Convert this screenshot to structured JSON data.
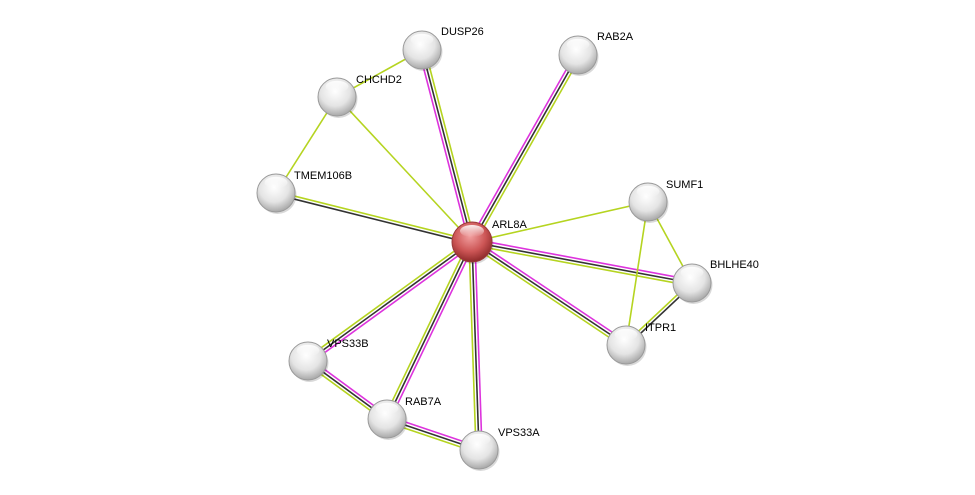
{
  "network": {
    "center_node": "ARL8A",
    "nodes": [
      {
        "id": "ARL8A",
        "label": "ARL8A",
        "color": "#c84a4a",
        "is_query": true
      },
      {
        "id": "DUSP26",
        "label": "DUSP26",
        "color": "#e6e6e6"
      },
      {
        "id": "RAB2A",
        "label": "RAB2A",
        "color": "#e6e6e6"
      },
      {
        "id": "CHCHD2",
        "label": "CHCHD2",
        "color": "#e6e6e6"
      },
      {
        "id": "TMEM106B",
        "label": "TMEM106B",
        "color": "#e6e6e6"
      },
      {
        "id": "SUMF1",
        "label": "SUMF1",
        "color": "#e6e6e6"
      },
      {
        "id": "BHLHE40",
        "label": "BHLHE40",
        "color": "#e6e6e6"
      },
      {
        "id": "ITPR1",
        "label": "ITPR1",
        "color": "#e6e6e6"
      },
      {
        "id": "VPS33B",
        "label": "VPS33B",
        "color": "#e6e6e6"
      },
      {
        "id": "RAB7A",
        "label": "RAB7A",
        "color": "#e6e6e6"
      },
      {
        "id": "VPS33A",
        "label": "VPS33A",
        "color": "#e6e6e6"
      }
    ],
    "edge_colors": {
      "experiments": "#dd33dd",
      "coexpression": "#333333",
      "textmining": "#b5d420"
    },
    "edges": [
      {
        "source": "ARL8A",
        "target": "DUSP26",
        "evidence": [
          "experiments",
          "coexpression",
          "textmining"
        ]
      },
      {
        "source": "ARL8A",
        "target": "RAB2A",
        "evidence": [
          "experiments",
          "coexpression",
          "textmining"
        ]
      },
      {
        "source": "ARL8A",
        "target": "CHCHD2",
        "evidence": [
          "textmining"
        ]
      },
      {
        "source": "ARL8A",
        "target": "TMEM106B",
        "evidence": [
          "coexpression",
          "textmining"
        ]
      },
      {
        "source": "ARL8A",
        "target": "SUMF1",
        "evidence": [
          "textmining"
        ]
      },
      {
        "source": "ARL8A",
        "target": "BHLHE40",
        "evidence": [
          "experiments",
          "coexpression",
          "textmining"
        ]
      },
      {
        "source": "ARL8A",
        "target": "ITPR1",
        "evidence": [
          "experiments",
          "coexpression",
          "textmining"
        ]
      },
      {
        "source": "ARL8A",
        "target": "VPS33B",
        "evidence": [
          "experiments",
          "coexpression",
          "textmining"
        ]
      },
      {
        "source": "ARL8A",
        "target": "RAB7A",
        "evidence": [
          "experiments",
          "coexpression",
          "textmining"
        ]
      },
      {
        "source": "ARL8A",
        "target": "VPS33A",
        "evidence": [
          "experiments",
          "coexpression",
          "textmining"
        ]
      },
      {
        "source": "CHCHD2",
        "target": "DUSP26",
        "evidence": [
          "textmining"
        ]
      },
      {
        "source": "CHCHD2",
        "target": "TMEM106B",
        "evidence": [
          "textmining"
        ]
      },
      {
        "source": "SUMF1",
        "target": "BHLHE40",
        "evidence": [
          "textmining"
        ]
      },
      {
        "source": "SUMF1",
        "target": "ITPR1",
        "evidence": [
          "textmining"
        ]
      },
      {
        "source": "BHLHE40",
        "target": "ITPR1",
        "evidence": [
          "coexpression",
          "textmining"
        ]
      },
      {
        "source": "VPS33B",
        "target": "RAB7A",
        "evidence": [
          "experiments",
          "coexpression",
          "textmining"
        ]
      },
      {
        "source": "RAB7A",
        "target": "VPS33A",
        "evidence": [
          "experiments",
          "coexpression",
          "textmining"
        ]
      }
    ]
  }
}
